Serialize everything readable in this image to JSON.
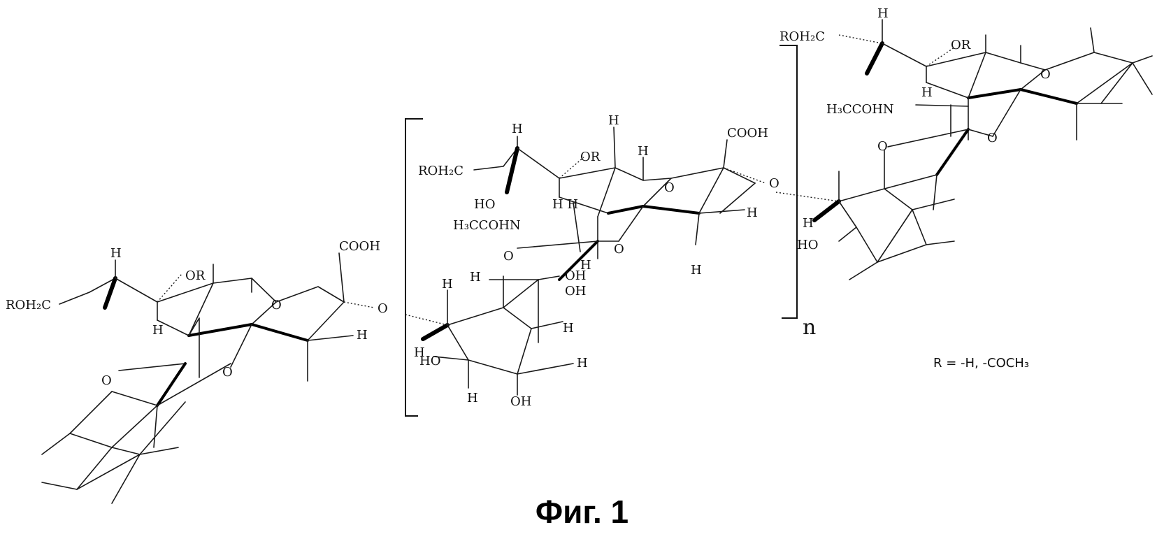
{
  "labels": {
    "left_unit": {
      "roh2c": "ROH₂C",
      "h_top": "H",
      "or": "OR",
      "h_low": "H",
      "cooh": "COOH",
      "ring_o": "O",
      "h_right": "H",
      "link_o": "O",
      "o_lower": "O"
    },
    "middle_unit": {
      "roh2c": "ROH₂C",
      "h_top1": "H",
      "h_top2": "H",
      "or": "OR",
      "h_ring": "H",
      "cooh": "COOH",
      "ring_o": "O",
      "link_o": "O",
      "ho": "HO",
      "h_hh": "H H",
      "nhac": "H₃CCOHN",
      "o_up": "O",
      "o_mid": "O",
      "h_mid": "H",
      "h_mid2": "H",
      "h_right": "H",
      "h_low": "H"
    },
    "glucuronic_lower": {
      "h_left": "H",
      "h_a": "H",
      "oh_a": "OH",
      "oh_b": "OH",
      "h_b": "H",
      "h_c": "H",
      "ho": "HO",
      "h_d": "H",
      "h_e": "H",
      "oh_c": "OH"
    },
    "right_unit": {
      "roh2c": "ROH₂C",
      "h_top": "H",
      "or": "OR",
      "ring_o": "O",
      "h_mid": "H",
      "nhac": "H₃CCOHN",
      "o_mid": "O",
      "o_low": "O",
      "h_low": "H",
      "ho": "HO"
    },
    "repeat_n": "n",
    "r_def": "R = -H, -COCH₃"
  },
  "caption": "Фиг. 1"
}
